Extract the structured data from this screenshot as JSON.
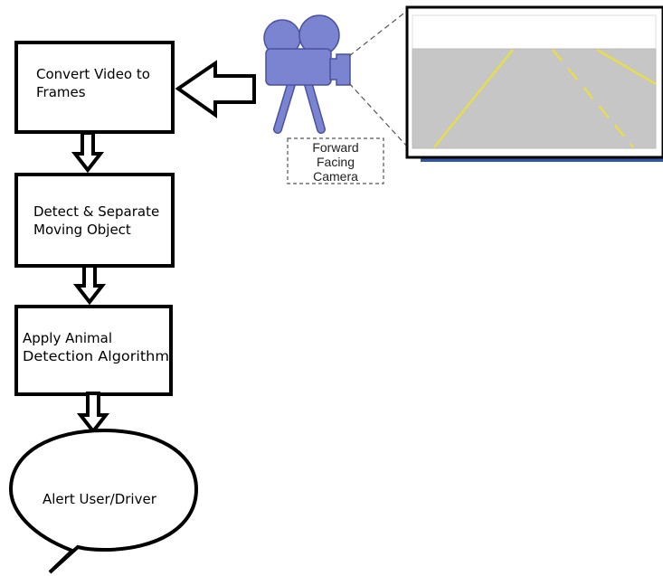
{
  "steps": [
    {
      "line1": "Convert Video to",
      "line2": "Frames"
    },
    {
      "line1": "Detect & Separate",
      "line2": "Moving Object"
    },
    {
      "line1": "Apply Animal",
      "line2": "Detection Algorithm"
    }
  ],
  "alert": {
    "label": "Alert User/Driver"
  },
  "camera": {
    "line1": "Forward",
    "line2": "Facing",
    "line3": "Camera"
  },
  "colors": {
    "camera_fill": "#7b84d1",
    "camera_stroke": "#4a52a0",
    "road": "#c6c6c6",
    "lane_line": "#e8e040",
    "screen_shadow": "#2f56a8"
  },
  "icons": {
    "camera": "video-camera-icon",
    "road_view": "road-view-screen"
  }
}
